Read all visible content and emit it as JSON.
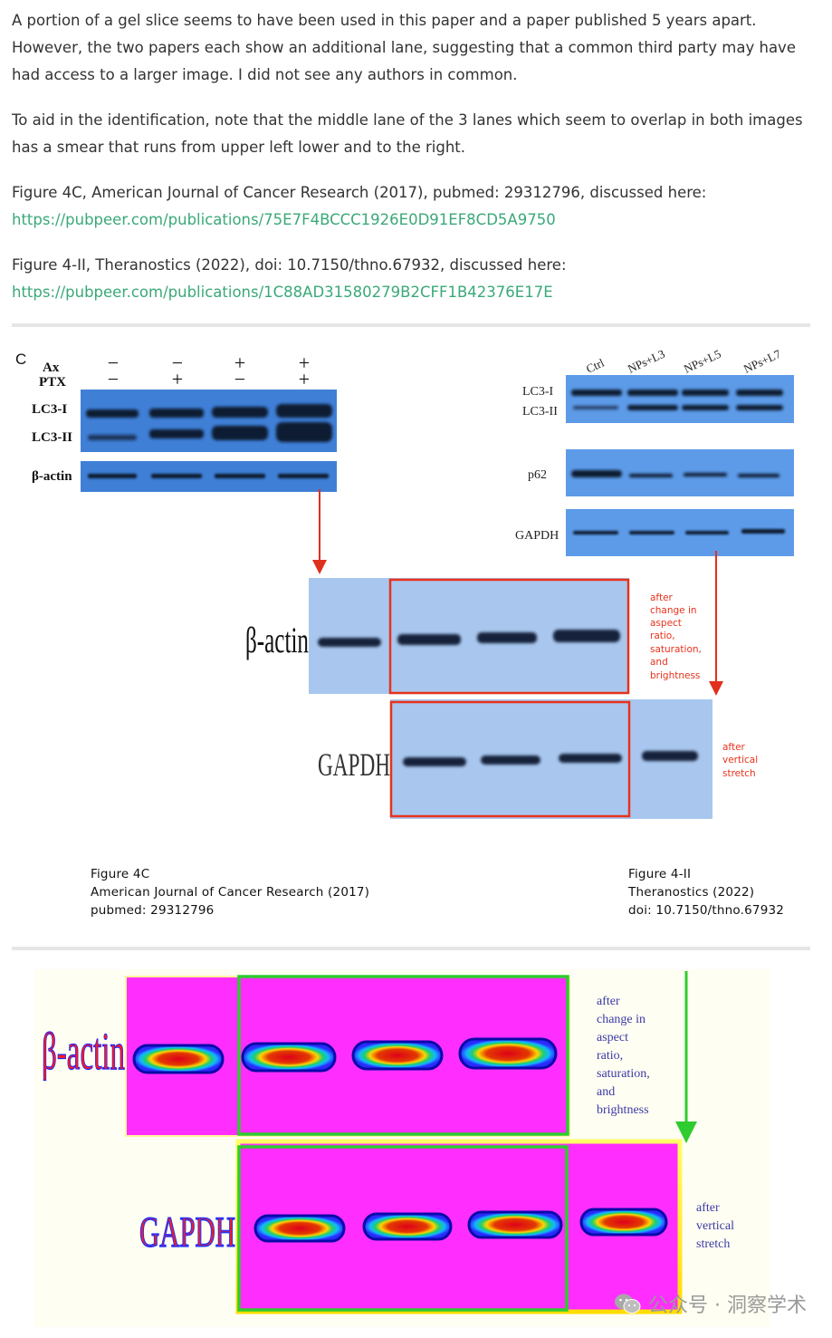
{
  "post": {
    "p1": "A portion of a gel slice seems to have been used in this paper and a paper published 5 years apart. However, the two papers each show an additional lane, suggesting that a common third party may have had access to a larger image. I did not see any authors in common.",
    "p2": "To aid in the identification, note that the middle lane of the 3 lanes which seem to overlap in both images has a smear that runs from upper left lower and to the right.",
    "ref1_text": "Figure 4C, American Journal of Cancer Research (2017), pubmed: 29312796, discussed here:",
    "ref1_link": "https://pubpeer.com/publications/75E7F4BCCC1926E0D91EF8CD5A9750",
    "ref2_text": "Figure 4-II, Theranostics (2022), doi: 10.7150/thno.67932, discussed here:",
    "ref2_link": "https://pubpeer.com/publications/1C88AD31580279B2CFF1B42376E17E"
  },
  "figure1": {
    "panel_letter": "C",
    "left_row_labels": [
      "Ax",
      "PTX"
    ],
    "ax_signs": [
      "−",
      "−",
      "+",
      "+"
    ],
    "ptx_signs": [
      "−",
      "+",
      "−",
      "+"
    ],
    "left_band_labels": [
      "LC3-I",
      "LC3-II"
    ],
    "left_actin_label": "β-actin",
    "right_lanes": [
      "Ctrl",
      "NPs+L3",
      "NPs+L5",
      "NPs+L7"
    ],
    "right_band_labels": [
      "LC3-I",
      "LC3-II"
    ],
    "right_p62_label": "p62",
    "right_gapdh_label": "GAPDH",
    "zoom_actin_label": "β-actin",
    "zoom_gapdh_label": "GAPDH",
    "note_top": [
      "after",
      "change in",
      "aspect",
      "ratio,",
      "saturation,",
      "and",
      "brightness"
    ],
    "note_bottom": [
      "after",
      "vertical",
      "stretch"
    ],
    "caption_left": [
      "Figure 4C",
      "American Journal of Cancer Research (2017)",
      "pubmed: 29312796"
    ],
    "caption_right": [
      "Figure 4-II",
      "Theranostics (2022)",
      "doi: 10.7150/thno.67932"
    ],
    "arrow_color": "#e0301e",
    "blot_color": "#4a86d6"
  },
  "figure2": {
    "actin_label": "β-actin",
    "gapdh_label": "GAPDH",
    "note_top": [
      "after",
      "change in",
      "aspect",
      "ratio,",
      "saturation,",
      "and",
      "brightness"
    ],
    "note_bottom": [
      "after",
      "vertical",
      "stretch"
    ],
    "arrow_color": "#2ecc2e",
    "background_color": "#ff33ff"
  },
  "watermark": {
    "icon": "wechat-icon",
    "text": "公众号 · 洞察学术"
  }
}
